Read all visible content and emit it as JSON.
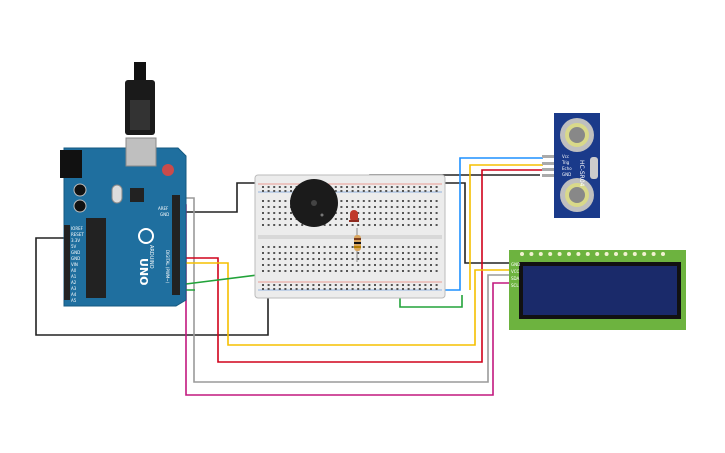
{
  "arduino": {
    "brand": "ARDUINO",
    "model": "UNO",
    "pins_digital_label": "DIGITAL (PWM~)",
    "power_labels": [
      "IOREF",
      "RESET",
      "3.3V",
      "5V",
      "GND",
      "GND",
      "VIN"
    ],
    "analog_labels": [
      "A0",
      "A1",
      "A2",
      "A3",
      "A4",
      "A5"
    ],
    "top_labels": [
      "AREF",
      "GND"
    ]
  },
  "sensor": {
    "model": "HC-SR04",
    "pin_labels": [
      "Vcc",
      "Trig",
      "Echo",
      "GND"
    ]
  },
  "lcd": {
    "pin_labels": [
      "GND",
      "VCC",
      "SDA",
      "SCL"
    ]
  },
  "colors": {
    "board": "#1f6f9f",
    "sensor": "#1a3a8a",
    "lcd_pcb": "#6db33f",
    "lcd_screen": "#1a2a6a",
    "wire_black": "#222222",
    "wire_red": "#d0021b",
    "wire_yellow": "#f5c000",
    "wire_blue": "#1e90ff",
    "wire_green": "#22a33a",
    "wire_gray": "#9a9a9a",
    "wire_magenta": "#c2187f",
    "led": "#c0392b"
  }
}
